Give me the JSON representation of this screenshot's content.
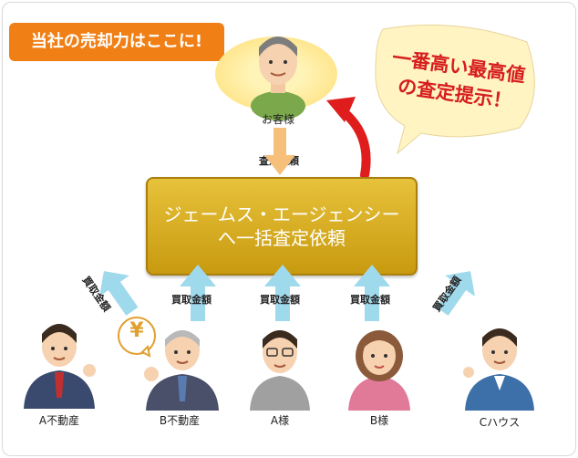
{
  "headline": "当社の売却力はここに!",
  "callout": {
    "line1": "一番高い最高値",
    "line2": "の査定提示！"
  },
  "customer": {
    "label": "お客様"
  },
  "request_label": "査定依頼",
  "center_box": {
    "line1": "ジェームス・エージェンシー",
    "line2": "へ一括査定依頼"
  },
  "amount_label": "買取金額",
  "yen_symbol": "¥",
  "buyers": [
    {
      "label": "A不動産"
    },
    {
      "label": "B不動産"
    },
    {
      "label": "A様"
    },
    {
      "label": "B様"
    },
    {
      "label": "Cハウス"
    }
  ],
  "colors": {
    "headline_bg": "#f07f16",
    "box_gold": "#d6aa1c",
    "arrow_blue": "#9fd9ec",
    "arrow_red": "#e01d1d",
    "callout_bg": "#fff4c2"
  }
}
